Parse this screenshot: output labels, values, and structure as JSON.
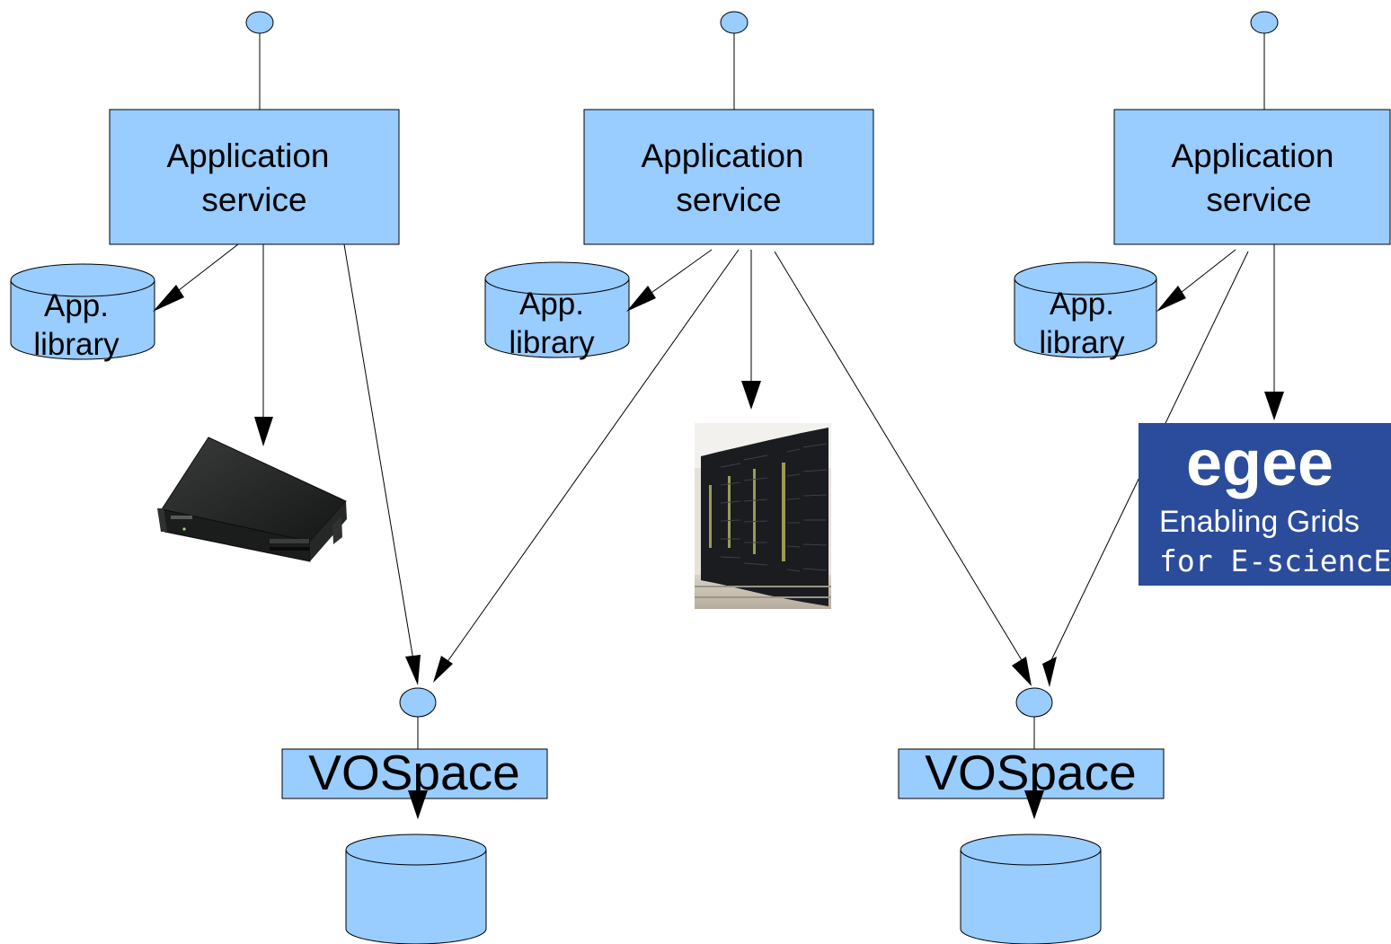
{
  "colors": {
    "box_fill": "#99ccff",
    "stroke": "#000000",
    "egee_bg": "#2b4c9b",
    "egee_accent": "#f7a51c"
  },
  "services": [
    {
      "line1": "Application",
      "line2": "service"
    },
    {
      "line1": "Application",
      "line2": "service"
    },
    {
      "line1": "Application",
      "line2": "service"
    }
  ],
  "libraries": [
    {
      "line1": "App.",
      "line2": "library"
    },
    {
      "line1": "App.",
      "line2": "library"
    },
    {
      "line1": "App.",
      "line2": "library"
    }
  ],
  "vospaces": [
    {
      "label": "VOSpace"
    },
    {
      "label": "VOSpace"
    }
  ],
  "resources": [
    {
      "icon": "server-rack-unit-icon"
    },
    {
      "icon": "datacenter-racks-icon"
    },
    {
      "icon": "egee-logo",
      "logo_text": "egee",
      "tagline_line1": "Enabling Grids",
      "tagline_line2": "for E-sciencE"
    }
  ]
}
